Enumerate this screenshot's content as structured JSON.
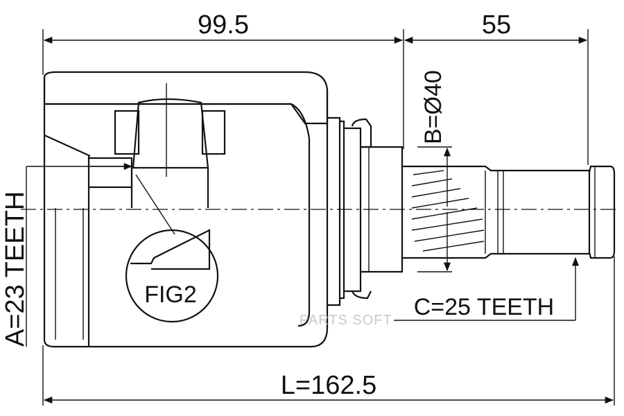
{
  "dimensions": {
    "top_left": "99.5",
    "top_right": "55",
    "shaft_diameter": "B=Ø40",
    "inner_spline": "A=23 TEETH",
    "outer_spline": "C=25 TEETH",
    "total_length": "L=162.5"
  },
  "callout": {
    "label": "FIG2"
  },
  "watermark": "PARTS SOFT"
}
